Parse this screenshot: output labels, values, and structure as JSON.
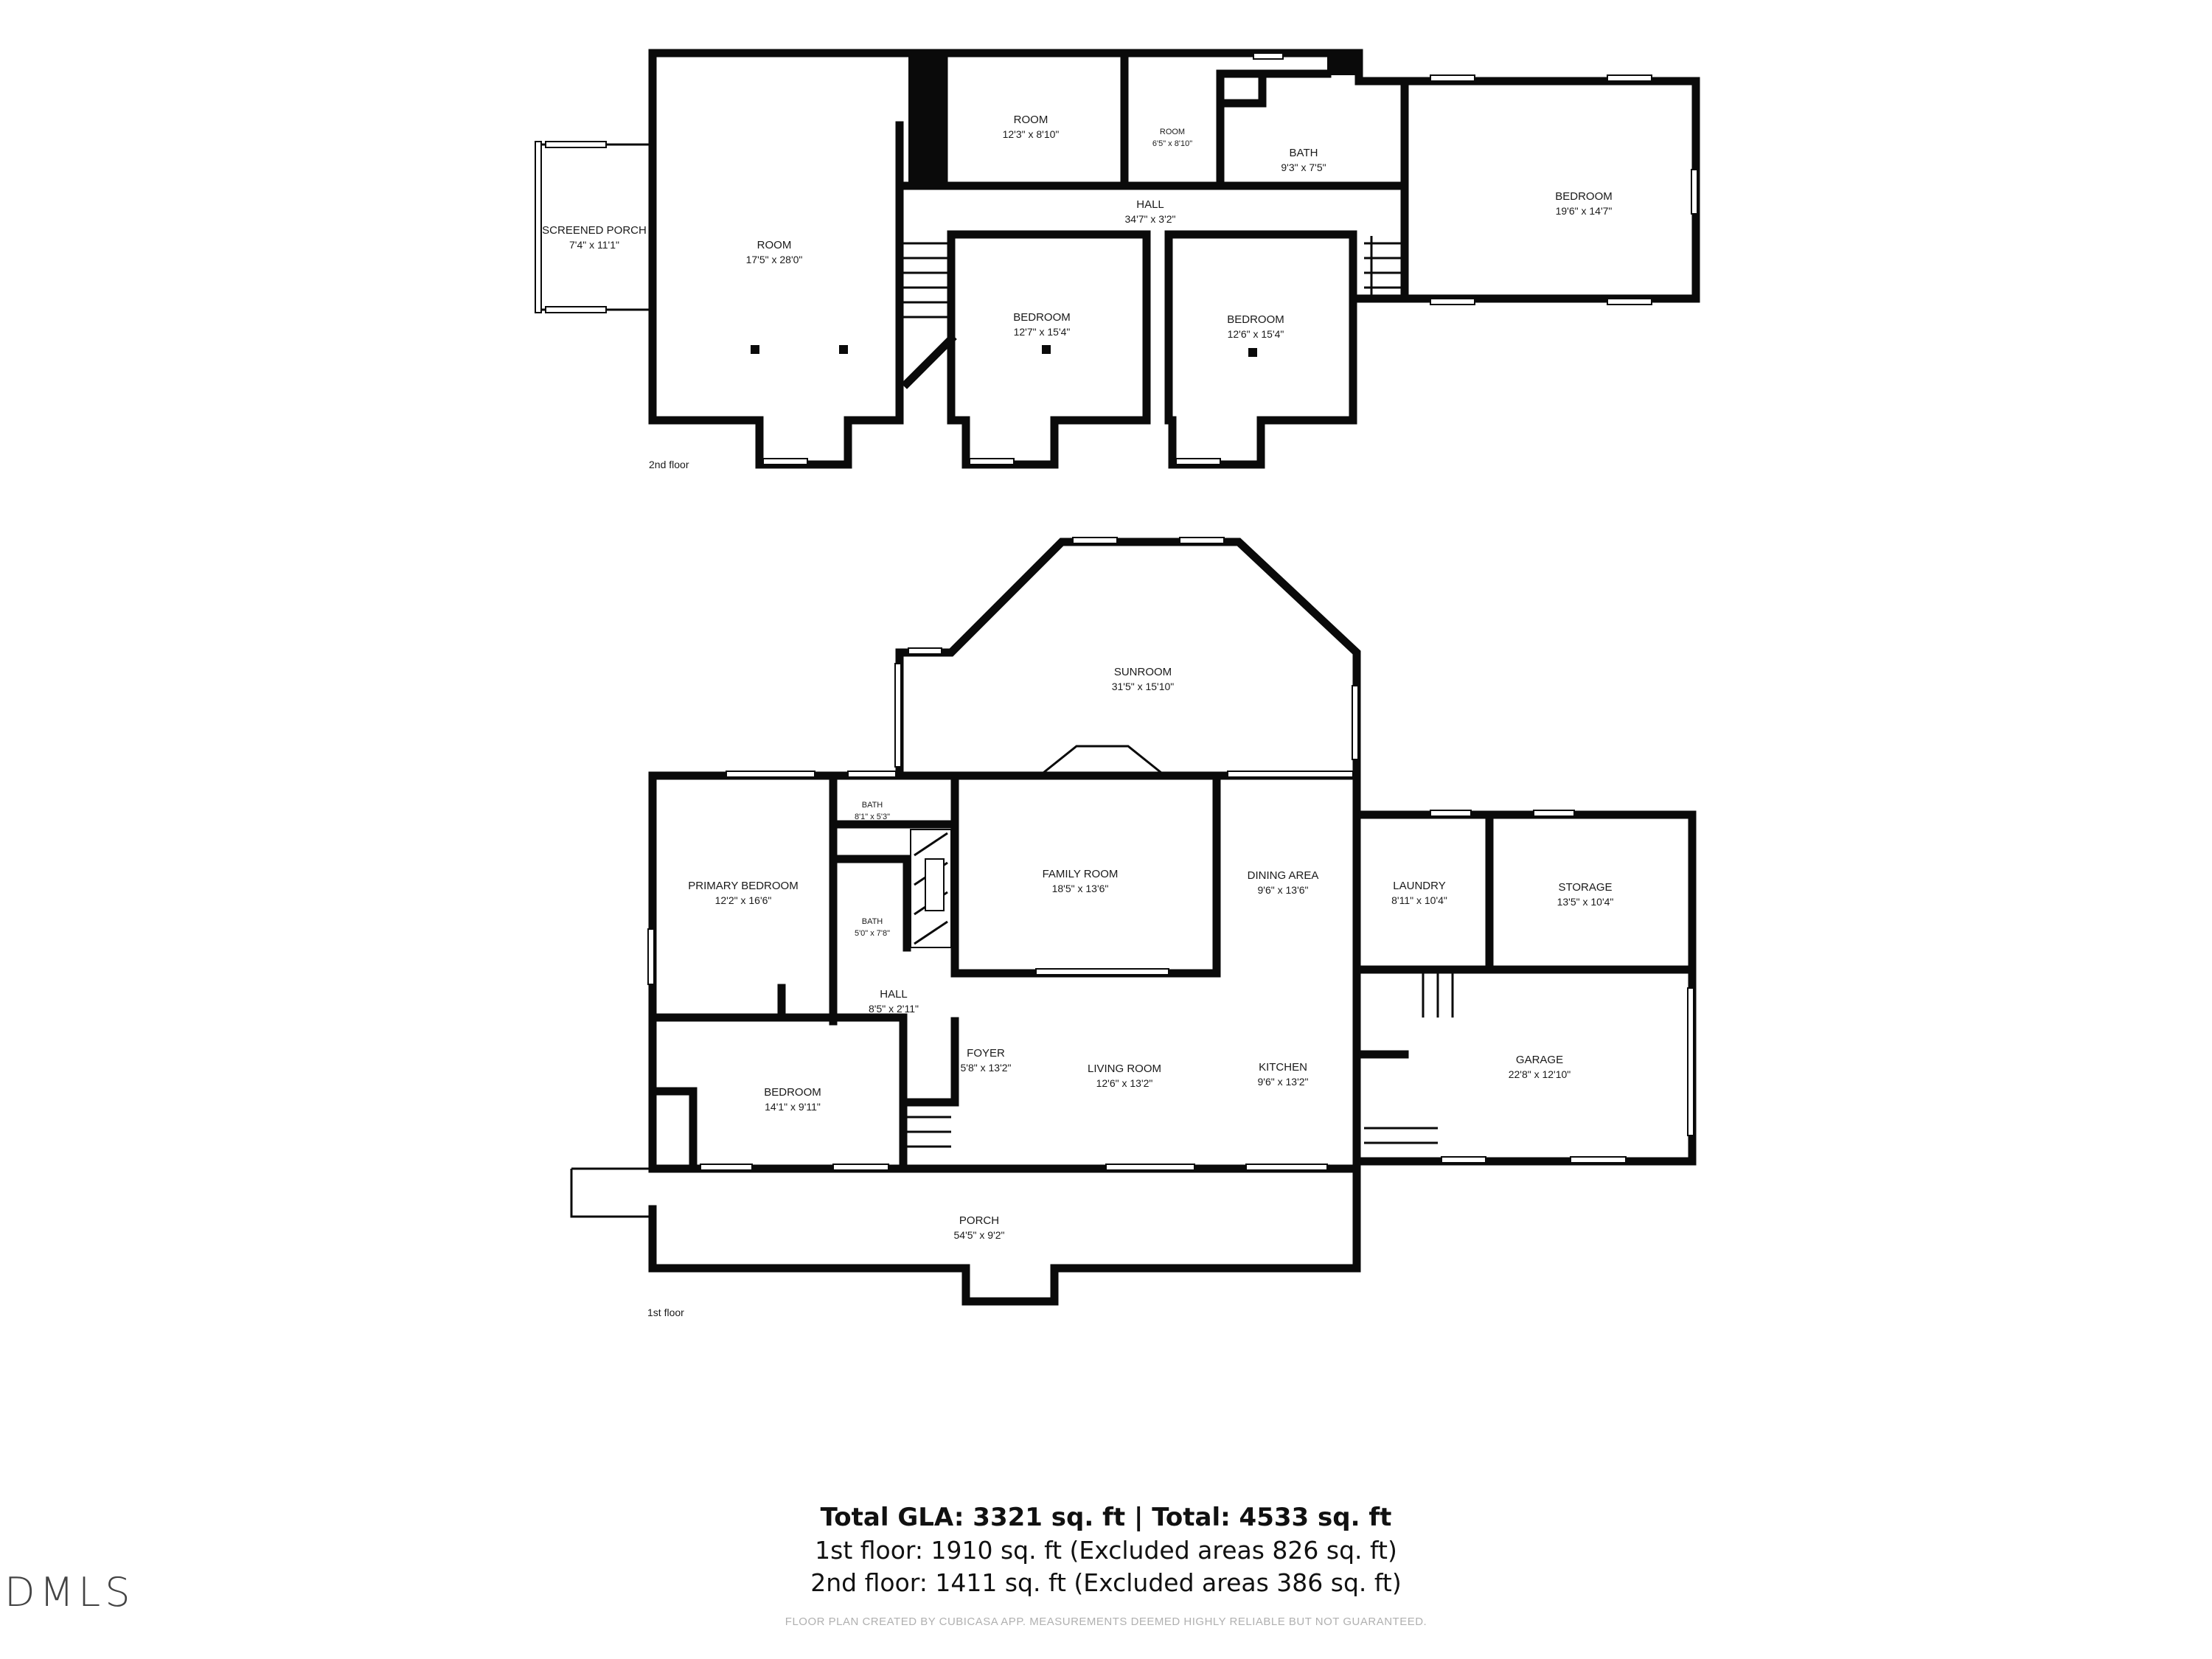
{
  "floor_labels": {
    "second": "2nd floor",
    "first": "1st floor"
  },
  "rooms_second_floor": {
    "screened_porch": {
      "name": "SCREENED PORCH",
      "dims": "7'4\" x 11'1\""
    },
    "room_large": {
      "name": "ROOM",
      "dims": "17'5\" x 28'0\""
    },
    "room_a": {
      "name": "ROOM",
      "dims": "12'3\" x 8'10\""
    },
    "room_b": {
      "name": "ROOM",
      "dims": "6'5\" x 8'10\""
    },
    "bath": {
      "name": "BATH",
      "dims": "9'3\" x 7'5\""
    },
    "hall": {
      "name": "HALL",
      "dims": "34'7\" x 3'2\""
    },
    "bedroom_1": {
      "name": "BEDROOM",
      "dims": "12'7\" x 15'4\""
    },
    "bedroom_2": {
      "name": "BEDROOM",
      "dims": "12'6\" x 15'4\""
    },
    "bedroom_3": {
      "name": "BEDROOM",
      "dims": "19'6\" x 14'7\""
    }
  },
  "rooms_first_floor": {
    "sunroom": {
      "name": "SUNROOM",
      "dims": "31'5\" x 15'10\""
    },
    "bath_1": {
      "name": "BATH",
      "dims": "8'1\" x 5'3\""
    },
    "bath_2": {
      "name": "BATH",
      "dims": "5'0\" x 7'8\""
    },
    "primary_bedroom": {
      "name": "PRIMARY BEDROOM",
      "dims": "12'2\" x 16'6\""
    },
    "family_room": {
      "name": "FAMILY ROOM",
      "dims": "18'5\" x 13'6\""
    },
    "dining_area": {
      "name": "DINING AREA",
      "dims": "9'6\" x 13'6\""
    },
    "laundry": {
      "name": "LAUNDRY",
      "dims": "8'11\" x 10'4\""
    },
    "storage": {
      "name": "STORAGE",
      "dims": "13'5\" x 10'4\""
    },
    "hall": {
      "name": "HALL",
      "dims": "8'5\" x 2'11\""
    },
    "foyer": {
      "name": "FOYER",
      "dims": "5'8\" x 13'2\""
    },
    "living_room": {
      "name": "LIVING ROOM",
      "dims": "12'6\" x 13'2\""
    },
    "kitchen": {
      "name": "KITCHEN",
      "dims": "9'6\" x 13'2\""
    },
    "garage": {
      "name": "GARAGE",
      "dims": "22'8\" x 12'10\""
    },
    "bedroom": {
      "name": "BEDROOM",
      "dims": "14'1\" x 9'11\""
    },
    "porch": {
      "name": "PORCH",
      "dims": "54'5\" x 9'2\""
    }
  },
  "summary": {
    "total": "Total GLA: 3321 sq. ft | Total: 4533 sq. ft",
    "first_floor": "1st floor: 1910 sq. ft (Excluded areas 826 sq. ft)",
    "second_floor": "2nd floor: 1411 sq. ft (Excluded areas 386 sq. ft)"
  },
  "disclaimer": "FLOOR PLAN CREATED BY CUBICASA APP. MEASUREMENTS DEEMED HIGHLY RELIABLE BUT NOT GUARANTEED.",
  "logo_text": "DMLS"
}
